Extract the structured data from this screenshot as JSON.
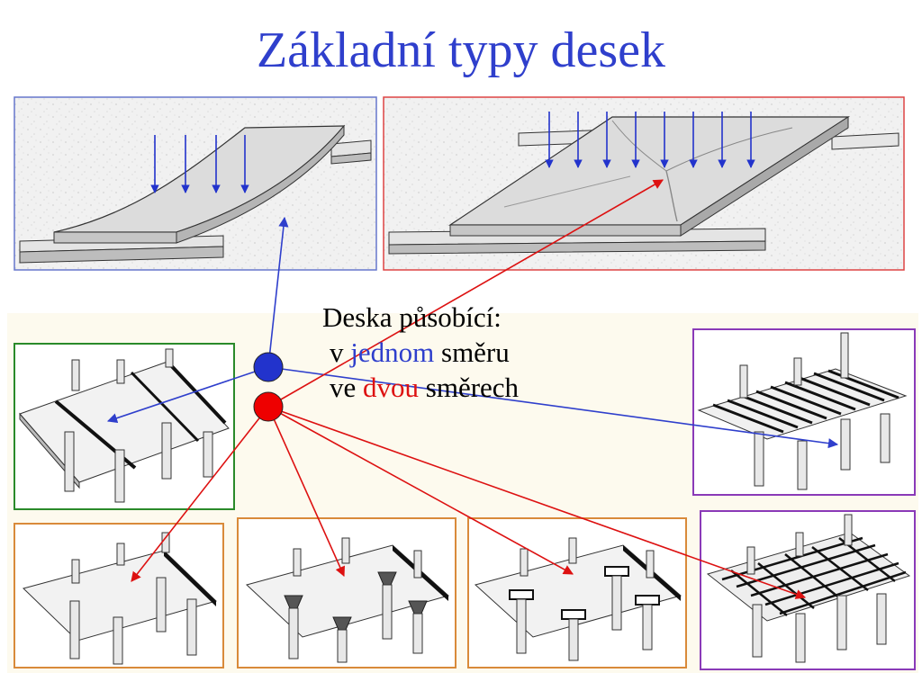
{
  "title": "Základní typy desek",
  "legend": {
    "heading": "Deska působící:",
    "row1_prefix": "v",
    "row1_highlight": "jednom",
    "row1_suffix": "směru",
    "row2_prefix": "ve",
    "row2_highlight": "dvou",
    "row2_suffix": "směrech"
  },
  "colors": {
    "one_way": "#2f3fcc",
    "two_way": "#dd1111",
    "frame_top_left": "#6677cc",
    "frame_top_right": "#dd4444",
    "frame_green": "#2a8a2a",
    "frame_orange": "#d98a3a",
    "frame_purple": "#8a3ab8"
  }
}
